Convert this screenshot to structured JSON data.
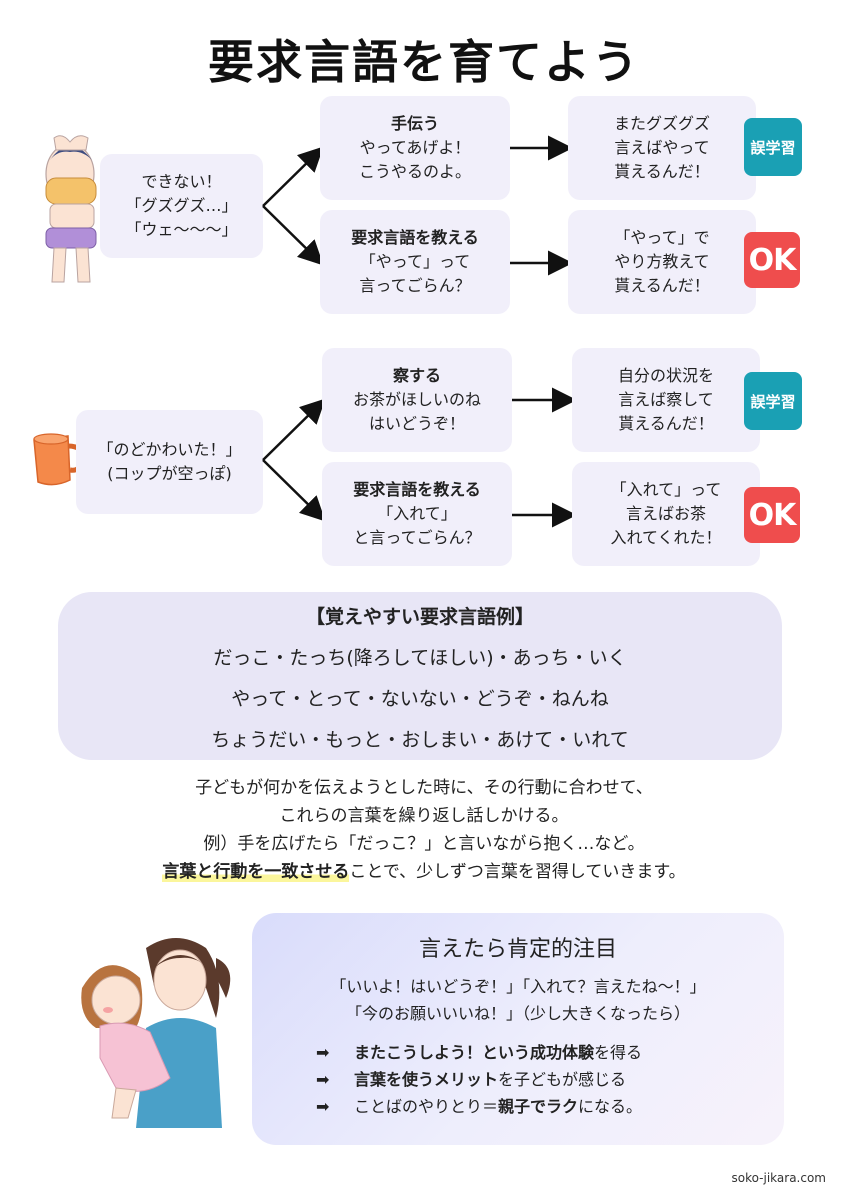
{
  "title": "要求言語を育てよう",
  "section1": {
    "left": [
      "できない！",
      "「グズグズ…」",
      "「ウェ〜〜〜」"
    ],
    "top_mid": {
      "bold": "手伝う",
      "lines": [
        "やってあげよ！",
        "こうやるのよ。"
      ]
    },
    "top_right": [
      "またグズグズ",
      "言えばやって",
      "貰えるんだ！"
    ],
    "top_badge": "誤学習",
    "bot_mid": {
      "bold": "要求言語を教える",
      "lines": [
        "「やって」って",
        "言ってごらん？"
      ]
    },
    "bot_right": [
      "「やって」で",
      "やり方教えて",
      "貰えるんだ！"
    ],
    "bot_badge": "OK"
  },
  "section2": {
    "left": [
      "「のどかわいた！」",
      "(コップが空っぽ)"
    ],
    "top_mid": {
      "bold": "察する",
      "lines": [
        "お茶がほしいのね",
        "はいどうぞ！"
      ]
    },
    "top_right": [
      "自分の状況を",
      "言えば察して",
      "貰えるんだ！"
    ],
    "top_badge": "誤学習",
    "bot_mid": {
      "bold": "要求言語を教える",
      "lines": [
        "「入れて」",
        "と言ってごらん？"
      ]
    },
    "bot_right": [
      "「入れて」って",
      "言えばお茶",
      "入れてくれた！"
    ],
    "bot_badge": "OK"
  },
  "examples": {
    "heading": "【覚えやすい要求言語例】",
    "lines": [
      "だっこ・たっち(降ろしてほしい)・あっち・いく",
      "やって・とって・ないない・どうぞ・ねんね",
      "ちょうだい・もっと・おしまい・あけて・いれて"
    ]
  },
  "paragraph": {
    "line1": "子どもが何かを伝えようとした時に、その行動に合わせて、",
    "line2": "これらの言葉を繰り返し話しかける。",
    "line3": "例）手を広げたら「だっこ？」と言いながら抱く…など。",
    "line4_highlight": "言葉と行動を一致させる",
    "line4_rest": "ことで、少しずつ言葉を習得していきます。"
  },
  "praise": {
    "heading": "言えたら肯定的注目",
    "quote1": "「いいよ！はいどうぞ！」「入れて？言えたね〜！」",
    "quote2": "「今のお願いいいね！」（少し大きくなったら）",
    "arrow": "➡",
    "bullets": [
      {
        "bold": "またこうしよう！という成功体験",
        "rest": "を得る"
      },
      {
        "bold": "言葉を使うメリット",
        "rest": "を子どもが感じる"
      },
      {
        "pre": "ことばのやりとり＝",
        "bold": "親子でラク",
        "rest": "になる。"
      }
    ]
  },
  "footer": "soko-jikara.com",
  "colors": {
    "box": "#f1effa",
    "error_badge": "#1aa0b4",
    "ok_badge": "#ef4d4d",
    "highlight": "#fbf69c"
  },
  "icons": [
    "crying-child-illustration",
    "mug-icon",
    "mother-hugging-child-illustration"
  ]
}
